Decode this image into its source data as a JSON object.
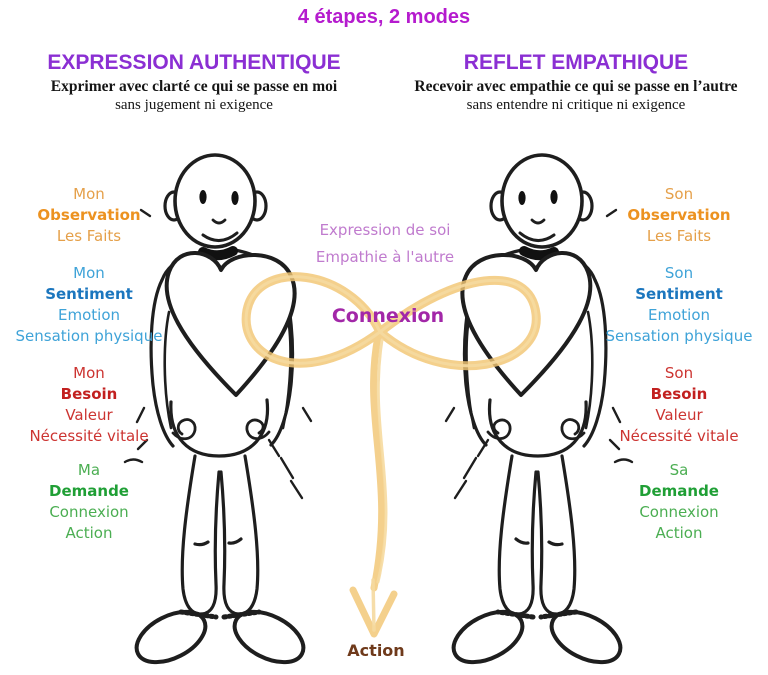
{
  "title": "4 étapes, 2 modes",
  "left_column": {
    "heading": "EXPRESSION AUTHENTIQUE",
    "subtitle_bold": "Exprimer avec clarté ce qui se passe en moi",
    "subtitle": "sans jugement ni exigence",
    "steps": [
      {
        "possessive": "Mon",
        "name": "Observation",
        "detail1": "Les Faits",
        "detail2": ""
      },
      {
        "possessive": "Mon",
        "name": "Sentiment",
        "detail1": "Emotion",
        "detail2": "Sensation physique"
      },
      {
        "possessive": "Mon",
        "name": "Besoin",
        "detail1": "Valeur",
        "detail2": "Nécessité vitale"
      },
      {
        "possessive": "Ma",
        "name": "Demande",
        "detail1": "Connexion",
        "detail2": "Action"
      }
    ]
  },
  "right_column": {
    "heading": "REFLET EMPATHIQUE",
    "subtitle_bold": "Recevoir avec empathie ce qui se passe en l’autre",
    "subtitle": "sans entendre ni critique ni exigence",
    "steps": [
      {
        "possessive": "Son",
        "name": "Observation",
        "detail1": "Les Faits",
        "detail2": ""
      },
      {
        "possessive": "Son",
        "name": "Sentiment",
        "detail1": "Emotion",
        "detail2": "Sensation physique"
      },
      {
        "possessive": "Son",
        "name": "Besoin",
        "detail1": "Valeur",
        "detail2": "Nécessité vitale"
      },
      {
        "possessive": "Sa",
        "name": "Demande",
        "detail1": "Connexion",
        "detail2": "Action"
      }
    ]
  },
  "center": {
    "flow_line1": "Expression de soi",
    "flow_line2": "Empathie à l'autre",
    "connexion": "Connexion",
    "action": "Action"
  },
  "colors": {
    "title": "#B51BCE",
    "heading": "#8B2FD3",
    "observation": "#E5A04A",
    "observation_bold": "#EC9220",
    "sentiment": "#3FA3D8",
    "sentiment_bold": "#1B76BE",
    "besoin": "#CC3431",
    "besoin_bold": "#C2201F",
    "demande": "#4BAE52",
    "demande_bold": "#1F9F35",
    "flow_text": "#C07BCE",
    "connexion": "#A227A8",
    "action": "#6F3A1B",
    "loop": "#F2C674",
    "ink": "#1E1E1E"
  }
}
